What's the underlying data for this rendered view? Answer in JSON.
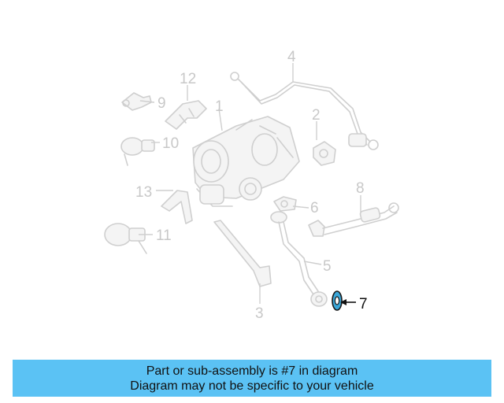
{
  "diagram": {
    "callouts": {
      "c1": "1",
      "c2": "2",
      "c3": "3",
      "c4": "4",
      "c5": "5",
      "c6": "6",
      "c7": "7",
      "c8": "8",
      "c9": "9",
      "c10": "10",
      "c11": "11",
      "c12": "12",
      "c13": "13"
    },
    "highlight_part": "7",
    "colors": {
      "highlight": "#3aa6d8",
      "dim": "#cfcfcf",
      "banner": "#5bc2f4"
    }
  },
  "banner": {
    "line1": "Part or sub-assembly is #7 in diagram",
    "line2": "Diagram may not be specific to your vehicle"
  }
}
